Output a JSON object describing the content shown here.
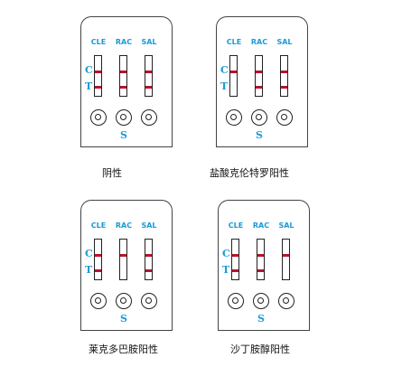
{
  "panels": [
    {
      "caption": "阴性",
      "labels": [
        "CLE",
        "RAC",
        "SAL"
      ],
      "c_label": "C",
      "t_label": "T",
      "s_label": "S",
      "bands": [
        {
          "c": true,
          "t": true
        },
        {
          "c": true,
          "t": true
        },
        {
          "c": true,
          "t": true
        }
      ]
    },
    {
      "caption": "盐酸克伦特罗阳性",
      "labels": [
        "CLE",
        "RAC",
        "SAL"
      ],
      "c_label": "C",
      "t_label": "T",
      "s_label": "S",
      "bands": [
        {
          "c": true,
          "t": false
        },
        {
          "c": true,
          "t": true
        },
        {
          "c": true,
          "t": true
        }
      ]
    },
    {
      "caption": "莱克多巴胺阳性",
      "labels": [
        "CLE",
        "RAC",
        "SAL"
      ],
      "c_label": "C",
      "t_label": "T",
      "s_label": "S",
      "bands": [
        {
          "c": true,
          "t": true
        },
        {
          "c": true,
          "t": false
        },
        {
          "c": true,
          "t": true
        }
      ]
    },
    {
      "caption": "沙丁胺醇阳性",
      "labels": [
        "CLE",
        "RAC",
        "SAL"
      ],
      "c_label": "C",
      "t_label": "T",
      "s_label": "S",
      "bands": [
        {
          "c": true,
          "t": true
        },
        {
          "c": true,
          "t": true
        },
        {
          "c": true,
          "t": false
        }
      ]
    }
  ],
  "colors": {
    "band": "#b8122d",
    "label": "#1a9ad6",
    "outline": "#222222"
  }
}
